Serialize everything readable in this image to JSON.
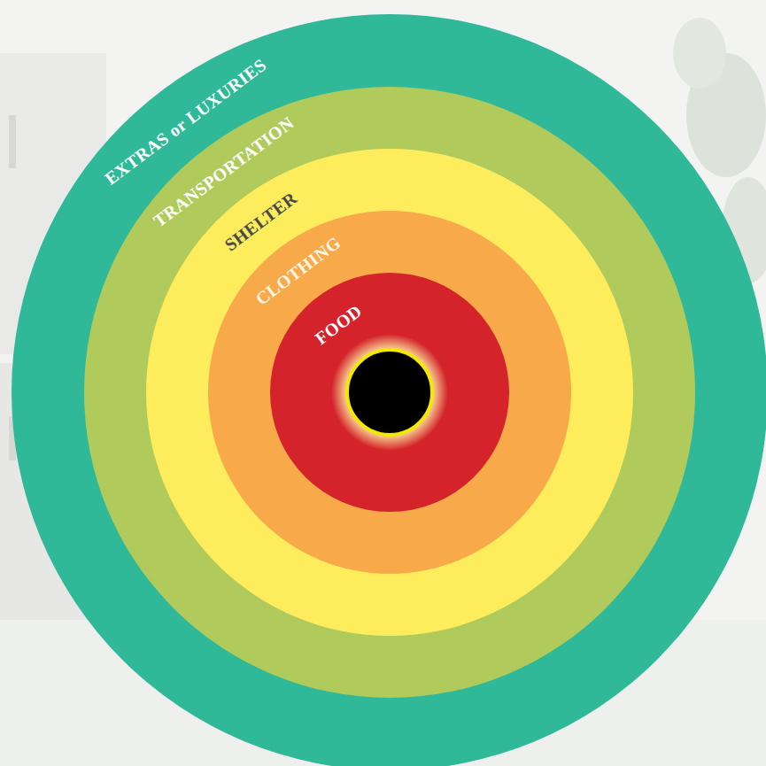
{
  "diagram": {
    "nodes": [
      {
        "text": [
          "EXTRAS or LUXURIES"
        ]
      },
      {
        "text": [
          "TRANSPORTATION"
        ],
        "in": 0
      },
      {
        "text": [
          "SHELTER"
        ],
        "in": 1
      },
      {
        "text": [
          "CLOTHING"
        ],
        "in": 2
      },
      {
        "text": [
          "FOOD"
        ],
        "in": 3
      }
    ]
  }
}
